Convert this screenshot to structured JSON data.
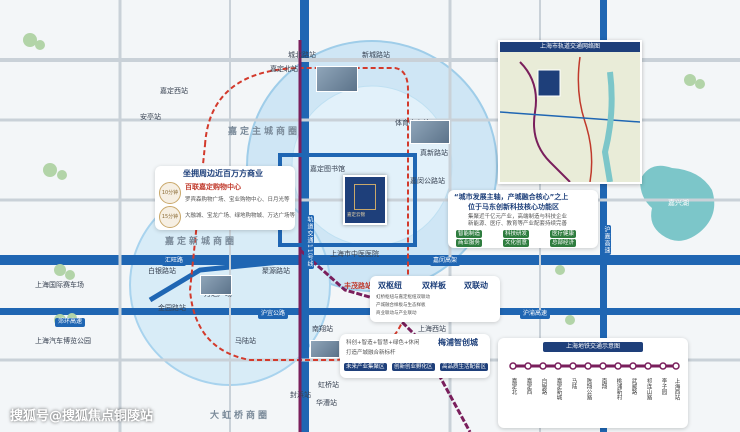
{
  "labels": {
    "lake": "嘉兴湖",
    "jiading_center": "嘉定新城商圈",
    "jiading_main": "嘉定主城商圈",
    "hongqiao": "大虹桥商圈",
    "fengzhu": "丰茂路站",
    "malu": "马陆站",
    "nanxiang": "南翔站",
    "anting": "安亭站",
    "zhuanqiao": "真新路站",
    "shanghai_west": "上海西站",
    "yuanxiang": "嘉闵公路站",
    "stadium": "体育中心站",
    "xincheng_rd": "新城路站",
    "chengbei": "城北路站",
    "jiading_north": "嘉定北站",
    "jiadingxi": "嘉定西站",
    "baiyin": "白银路站",
    "juyuan": "聚源路站",
    "wanda": "万达广场",
    "xinjiangwan": "上海国际赛车场",
    "auto_exhibition": "上海汽车博览公园",
    "hospital": "上海市中医医院",
    "library": "嘉定图书馆",
    "hongqiao_station": "虹桥站",
    "huacao": "华漕站",
    "jinyuan": "金园路站",
    "zhuxi": "封浜站"
  },
  "roads": {
    "g2": "沪嘉高速",
    "s5": "沪嘉高速",
    "huyu": "沪宜公路",
    "jiamin": "嘉闵高架",
    "a30": "郊环高速",
    "yuan": "沪渝高速",
    "huiwang": "汇旺路",
    "metro11": "轨道交通11号线"
  },
  "card_commerce": {
    "title": "坐拥周边近百万方商业",
    "sub": "百联嘉定购物中心",
    "lines": [
      "罗宾森购物广场、宝业购物中心、日月光等",
      "大融城、宝龙广场、绿地购物城、万达广场等"
    ],
    "circles": [
      "10分钟",
      "15分钟"
    ]
  },
  "card_core": {
    "title": "“城市发展主轴，产城融合核心”之上",
    "title2": "位于马东创新科技核心功能区",
    "lines": [
      "集聚近千亿元产业，高端制造与科技企业",
      "新能源、医疗、教育等产业配套持续完善"
    ],
    "tags": [
      "智能制造",
      "科技研发",
      "医疗健康",
      "商业服务",
      "文化创意",
      "总部经济"
    ]
  },
  "card_three": {
    "items": [
      "双枢纽",
      "双样板",
      "双联动"
    ],
    "lines": [
      "虹桥枢纽与嘉定枢纽双联动",
      "产城融合样板与生态样板",
      "商业联动与产业联动"
    ]
  },
  "card_meipu": {
    "title": "梅浦智创城",
    "lines": [
      "科创+智造+智慧+绿色+休闲",
      "打造产城融合新标杆"
    ],
    "pills": [
      "未来产业集聚区",
      "创新创业孵化区",
      "高品质生活配套区"
    ]
  },
  "project": {
    "name": "嘉定云锦"
  },
  "inset_title": "上海市轨道交通网络图",
  "metro_title": "上海地铁交通示意图",
  "metro_stations": [
    "嘉定北",
    "嘉定西",
    "白银路",
    "嘉定新城",
    "马陆",
    "陈翔公路",
    "南翔",
    "桃浦新村",
    "武威路",
    "祁连山路",
    "李子园",
    "上海西站"
  ],
  "watermark": "搜狐号@搜狐焦点铜陵站",
  "colors": {
    "road": "#1f66b3",
    "ring": "#d33a2c",
    "circle": "#a8d3ee",
    "title": "#1d3f7a"
  }
}
